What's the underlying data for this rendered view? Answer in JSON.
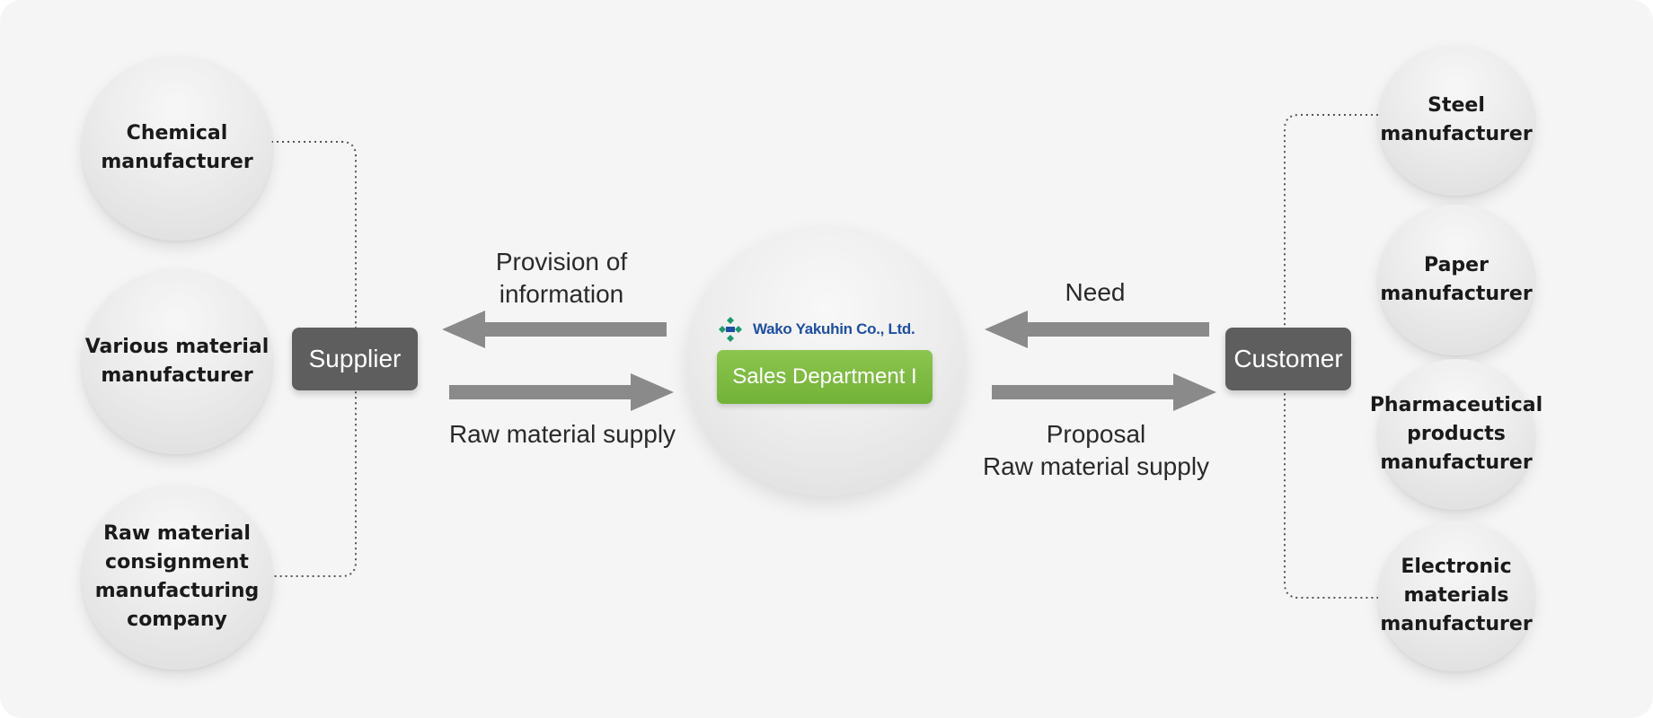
{
  "left_sources": [
    {
      "label": "Chemical\nmanufacturer"
    },
    {
      "label": "Various material\nmanufacturer"
    },
    {
      "label": "Raw material\nconsignment\nmanufacturing\ncompany"
    }
  ],
  "supplier": {
    "label": "Supplier"
  },
  "customer": {
    "label": "Customer"
  },
  "center": {
    "logo_text": "Wako Yakuhin Co., Ltd.",
    "department": "Sales Department I"
  },
  "flows": {
    "left_top": "Provision of\ninformation",
    "left_bottom": "Raw material  supply",
    "right_top": "Need",
    "right_bottom": "Proposal\nRaw material supply"
  },
  "right_customers": [
    {
      "label": "Steel\nmanufacturer"
    },
    {
      "label": "Paper\nmanufacturer"
    },
    {
      "label": "Pharmaceutical\nproducts\nmanufacturer"
    },
    {
      "label": "Electronic\nmaterials\nmanufacturer"
    }
  ],
  "colors": {
    "role_box": "#5e5e5e",
    "department_green": "#7dbb43",
    "brand_blue": "#1f4fa3",
    "arrow_gray": "#8a8a8a",
    "connector_dots": "#555555"
  }
}
